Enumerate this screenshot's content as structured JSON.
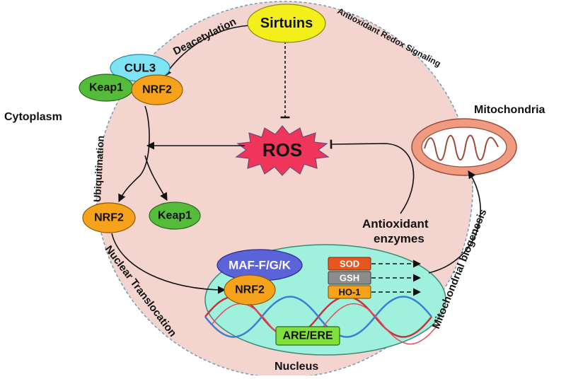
{
  "labels": {
    "sirtuins": "Sirtuins",
    "deacetylation": "Deacetylation",
    "antioxidant_redox_signaling": "Antioxidant Redox Signaling",
    "cytoplasm": "Cytoplasm",
    "mitochondria": "Mitochondria",
    "ros": "ROS",
    "ubiquitination": "Ubiquitination",
    "antioxidant_enzymes_line1": "Antioxidant",
    "antioxidant_enzymes_line2": "enzymes",
    "mitochondrial_biogenesis": "Mitochondrial biogenesis",
    "nuclear_translocation": "Nuclear Translocation",
    "nucleus": "Nucleus",
    "are_ere": "ARE/ERE",
    "maf": "MAF-F/G/K"
  },
  "nodes": {
    "cul3": "CUL3",
    "keap1_top": "Keap1",
    "nrf2_top": "NRF2",
    "nrf2_mid": "NRF2",
    "keap1_mid": "Keap1",
    "nrf2_nucleus": "NRF2"
  },
  "enzymes": {
    "sod": "SOD",
    "gsh": "GSH",
    "ho1": "HO-1"
  },
  "colors": {
    "cell_fill": "#f4d4cf",
    "cell_border": "#6f9fb3",
    "nucleus_fill": "#9ff0dc",
    "sirtuins": "#f3ef1a",
    "cul3": "#7ee3f5",
    "keap1": "#55bb3a",
    "nrf2": "#f7a21b",
    "maf": "#5b63d8",
    "ros": "#f0355a",
    "mito": "#f09a80",
    "sod": "#e8551f",
    "gsh": "#8c8c8c",
    "ho1": "#f7a21b",
    "are": "#7fe03c"
  }
}
